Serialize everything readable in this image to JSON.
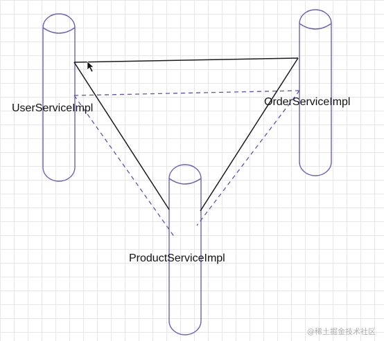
{
  "colors": {
    "cylinder_stroke": "#6a62b8",
    "solid_edge": "#1a1a1a",
    "dashed_edge": "#5a52b0"
  },
  "nodes": [
    {
      "id": "user",
      "label": "UserServiceImpl"
    },
    {
      "id": "order",
      "label": "OrderServiceImpl"
    },
    {
      "id": "product",
      "label": "ProductServiceImpl"
    }
  ],
  "solid_triangle": [
    "user",
    "order",
    "product"
  ],
  "dashed_triangle": [
    "user",
    "order",
    "product"
  ],
  "watermark": "@稀土掘金技术社区"
}
